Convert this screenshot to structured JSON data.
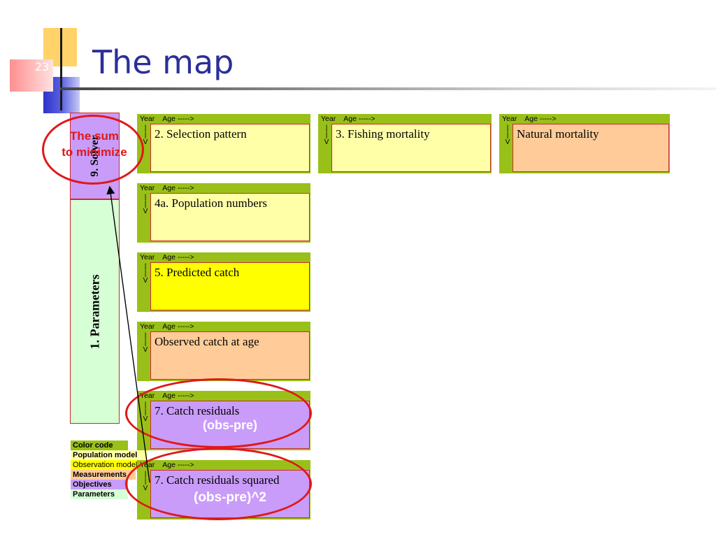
{
  "slide": {
    "number": "23",
    "title": "The map"
  },
  "columns": {
    "solver": "9. Solver",
    "parameters": "1. Parameters"
  },
  "card_header": "Year    Age ----->",
  "card_arrow": "|\n|\nV",
  "cards": [
    {
      "label": "2. Selection pattern"
    },
    {
      "label": "3. Fishing mortality"
    },
    {
      "label": "Natural mortality"
    },
    {
      "label": "4a. Population numbers"
    },
    {
      "label": "5. Predicted catch"
    },
    {
      "label": "Observed catch at age"
    },
    {
      "label": "7. Catch residuals",
      "sublabel": "(obs-pre)"
    },
    {
      "label": "7. Catch residuals squared",
      "sublabel": "(obs-pre)^2"
    }
  ],
  "callout": {
    "line1": "The sum",
    "line2": "to minimize"
  },
  "legend": {
    "items": [
      {
        "label": "Color code",
        "color": "#99c018"
      },
      {
        "label": "Population model",
        "color": "#ffffa8"
      },
      {
        "label": "Observation model",
        "color": "#ffff00"
      },
      {
        "label": "Measurements",
        "color": "#ffcc99"
      },
      {
        "label": "Objectives",
        "color": "#c99cf9"
      },
      {
        "label": "Parameters",
        "color": "#d6ffd6"
      }
    ]
  },
  "colors": {
    "green_frame": "#99c018",
    "population_model": "#ffffa8",
    "observation_model": "#ffff00",
    "measurements": "#ffcc99",
    "objectives": "#c99cf9",
    "parameters": "#d6ffd6",
    "highlight_red": "#e01818",
    "title_blue": "#2b2f9a"
  }
}
